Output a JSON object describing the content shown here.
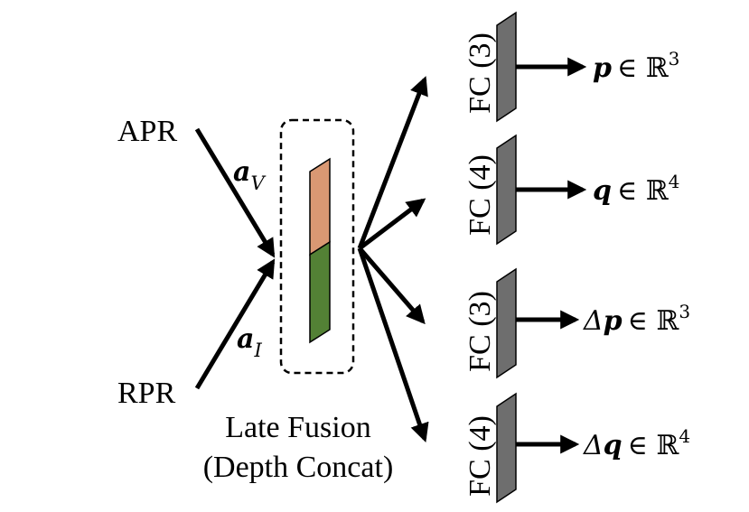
{
  "inputs": {
    "apr": "APR",
    "rpr": "RPR",
    "a_v_base": "a",
    "a_v_sub": "V",
    "a_i_base": "a",
    "a_i_sub": "I"
  },
  "fusion": {
    "line1": "Late Fusion",
    "line2": "(Depth Concat)"
  },
  "colors": {
    "visual_feature": "#d99873",
    "inertial_feature": "#538135",
    "fc_layer": "#6e6e6e",
    "arrow": "#000000"
  },
  "heads": [
    {
      "fc": "FC (3)",
      "prefix": "",
      "symbol": "p",
      "set": "∈ ℝ",
      "dim": "3"
    },
    {
      "fc": "FC (4)",
      "prefix": "",
      "symbol": "q",
      "set": "∈ ℝ",
      "dim": "4"
    },
    {
      "fc": "FC (3)",
      "prefix": "Δ",
      "symbol": "p",
      "set": "∈ ℝ",
      "dim": "3"
    },
    {
      "fc": "FC (4)",
      "prefix": "Δ",
      "symbol": "q",
      "set": "∈ ℝ",
      "dim": "4"
    }
  ]
}
